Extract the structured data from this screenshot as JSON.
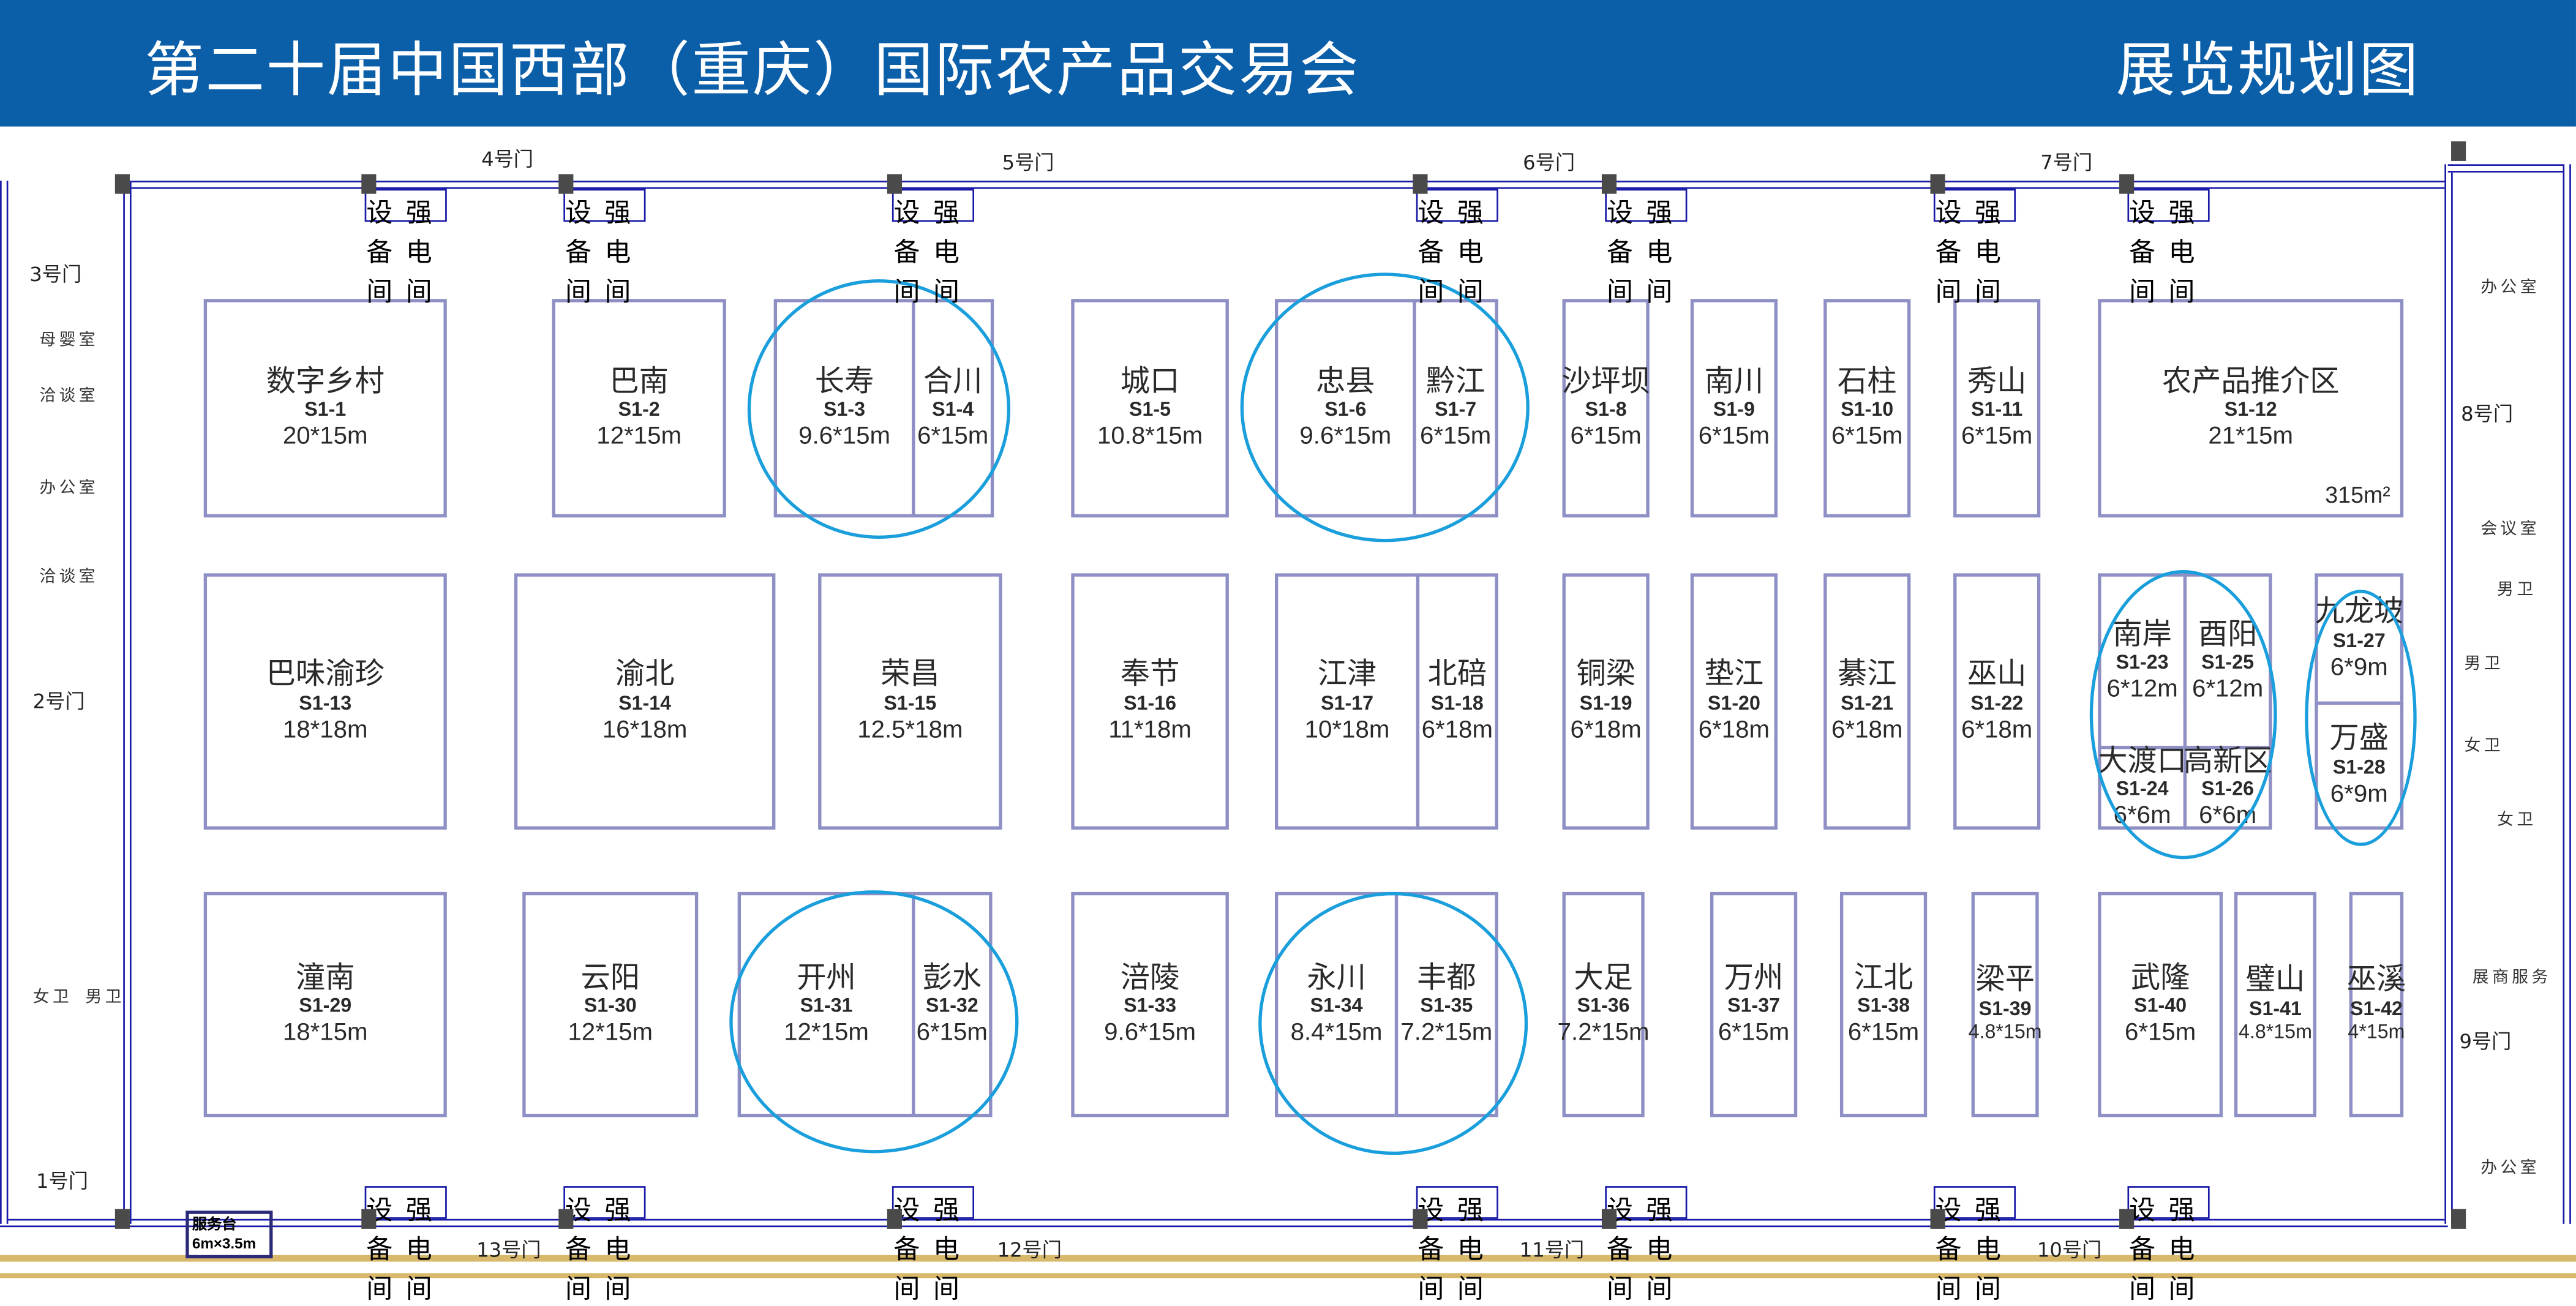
{
  "header": {
    "title": "第二十届中国西部（重庆）国际农产品交易会",
    "subtitle": "展览规划图"
  },
  "colors": {
    "header": "#0b5ea8",
    "booth_border": "#8e8fc4",
    "highlight": "#1a9fdc",
    "wall": "#1a1aa8",
    "gold": "#d8b86a"
  },
  "booths": [
    {
      "name": "数字乡村",
      "code": "S1-1",
      "size": "20*15m"
    },
    {
      "name": "巴南",
      "code": "S1-2",
      "size": "12*15m"
    },
    {
      "name": "长寿",
      "code": "S1-3",
      "size": "9.6*15m"
    },
    {
      "name": "合川",
      "code": "S1-4",
      "size": "6*15m"
    },
    {
      "name": "城口",
      "code": "S1-5",
      "size": "10.8*15m"
    },
    {
      "name": "忠县",
      "code": "S1-6",
      "size": "9.6*15m"
    },
    {
      "name": "黔江",
      "code": "S1-7",
      "size": "6*15m"
    },
    {
      "name": "沙坪坝",
      "code": "S1-8",
      "size": "6*15m"
    },
    {
      "name": "南川",
      "code": "S1-9",
      "size": "6*15m"
    },
    {
      "name": "石柱",
      "code": "S1-10",
      "size": "6*15m"
    },
    {
      "name": "秀山",
      "code": "S1-11",
      "size": "6*15m"
    },
    {
      "name": "农产品推介区",
      "code": "S1-12",
      "size": "21*15m",
      "area": "315m²"
    },
    {
      "name": "巴味渝珍",
      "code": "S1-13",
      "size": "18*18m"
    },
    {
      "name": "渝北",
      "code": "S1-14",
      "size": "16*18m"
    },
    {
      "name": "荣昌",
      "code": "S1-15",
      "size": "12.5*18m"
    },
    {
      "name": "奉节",
      "code": "S1-16",
      "size": "11*18m"
    },
    {
      "name": "江津",
      "code": "S1-17",
      "size": "10*18m"
    },
    {
      "name": "北碚",
      "code": "S1-18",
      "size": "6*18m"
    },
    {
      "name": "铜梁",
      "code": "S1-19",
      "size": "6*18m"
    },
    {
      "name": "垫江",
      "code": "S1-20",
      "size": "6*18m"
    },
    {
      "name": "綦江",
      "code": "S1-21",
      "size": "6*18m"
    },
    {
      "name": "巫山",
      "code": "S1-22",
      "size": "6*18m"
    },
    {
      "name": "南岸",
      "code": "S1-23",
      "size": "6*12m"
    },
    {
      "name": "大渡口",
      "code": "S1-24",
      "size": "6*6m"
    },
    {
      "name": "酉阳",
      "code": "S1-25",
      "size": "6*12m"
    },
    {
      "name": "高新区",
      "code": "S1-26",
      "size": "6*6m"
    },
    {
      "name": "九龙坡",
      "code": "S1-27",
      "size": "6*9m"
    },
    {
      "name": "万盛",
      "code": "S1-28",
      "size": "6*9m"
    },
    {
      "name": "潼南",
      "code": "S1-29",
      "size": "18*15m"
    },
    {
      "name": "云阳",
      "code": "S1-30",
      "size": "12*15m"
    },
    {
      "name": "开州",
      "code": "S1-31",
      "size": "12*15m"
    },
    {
      "name": "彭水",
      "code": "S1-32",
      "size": "6*15m"
    },
    {
      "name": "涪陵",
      "code": "S1-33",
      "size": "9.6*15m"
    },
    {
      "name": "永川",
      "code": "S1-34",
      "size": "8.4*15m"
    },
    {
      "name": "丰都",
      "code": "S1-35",
      "size": "7.2*15m"
    },
    {
      "name": "大足",
      "code": "S1-36",
      "size": "7.2*15m"
    },
    {
      "name": "万州",
      "code": "S1-37",
      "size": "6*15m"
    },
    {
      "name": "江北",
      "code": "S1-38",
      "size": "6*15m"
    },
    {
      "name": "梁平",
      "code": "S1-39",
      "size": "4.8*15m"
    },
    {
      "name": "武隆",
      "code": "S1-40",
      "size": "6*15m"
    },
    {
      "name": "璧山",
      "code": "S1-41",
      "size": "4.8*15m"
    },
    {
      "name": "巫溪",
      "code": "S1-42",
      "size": "4*15m"
    }
  ],
  "doors": [
    "1号门",
    "2号门",
    "3号门",
    "4号门",
    "5号门",
    "6号门",
    "7号门",
    "8号门",
    "9号门",
    "10号门",
    "11号门",
    "12号门",
    "13号门"
  ],
  "rooms_left": [
    "母婴室",
    "洽谈室",
    "办公室",
    "洽谈室",
    "女卫",
    "男卫"
  ],
  "rooms_right": [
    "办公室",
    "会议室",
    "男卫",
    "男卫",
    "女卫",
    "女卫",
    "展商服务",
    "办公室"
  ],
  "utility_rooms": {
    "equipment": "设备间",
    "power": "强电间"
  },
  "service_desk": {
    "label": "服务台",
    "size": "6m×3.5m"
  }
}
